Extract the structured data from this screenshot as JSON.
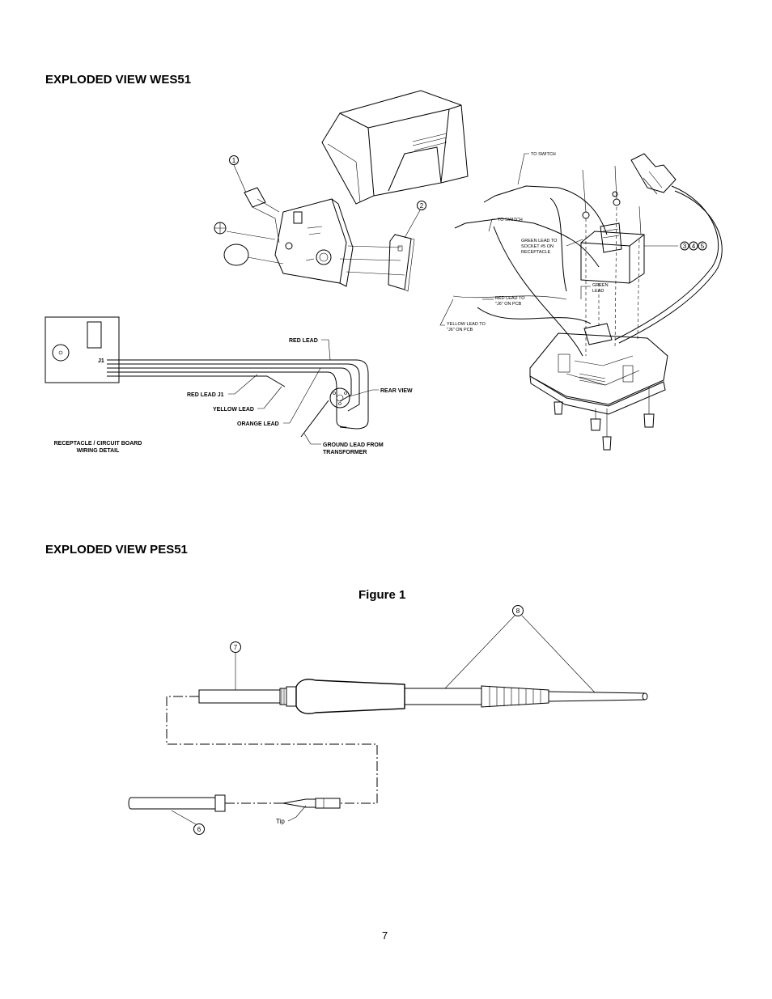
{
  "headings": {
    "wes51": "EXPLODED VIEW WES51",
    "pes51": "EXPLODED VIEW PES51"
  },
  "figure_title": "Figure 1",
  "page_number": "7",
  "wes51": {
    "callouts": [
      "1",
      "2",
      "3",
      "4",
      "5"
    ],
    "wire_labels": {
      "to_switch_1": "TO SWITCH",
      "to_switch_2": "TO SWITCH",
      "green_socket_1": "GREEN LEAD TO",
      "green_socket_2": "SOCKET #5 ON",
      "green_socket_3": "RECEPTACLE",
      "green_lead_1": "GREEN",
      "green_lead_2": "LEAD",
      "red_pcb_1": "RED LEAD TO",
      "red_pcb_2": "\"J6\" ON PCB",
      "yellow_pcb_1": "YELLOW LEAD TO",
      "yellow_pcb_2": "\"J6\" ON PCB"
    },
    "wiring_detail": {
      "j1": "J1",
      "red_lead": "RED LEAD",
      "red_lead_j1": "RED LEAD J1",
      "yellow_lead": "YELLOW LEAD",
      "orange_lead": "ORANGE LEAD",
      "rear_view": "REAR VIEW",
      "ground_1": "GROUND LEAD FROM",
      "ground_2": "TRANSFORMER",
      "caption_1": "RECEPTACLE / CIRCUIT BOARD",
      "caption_2": "WIRING DETAIL"
    }
  },
  "pes51": {
    "callouts": [
      "6",
      "7",
      "8"
    ],
    "tip_label": "Tip"
  }
}
